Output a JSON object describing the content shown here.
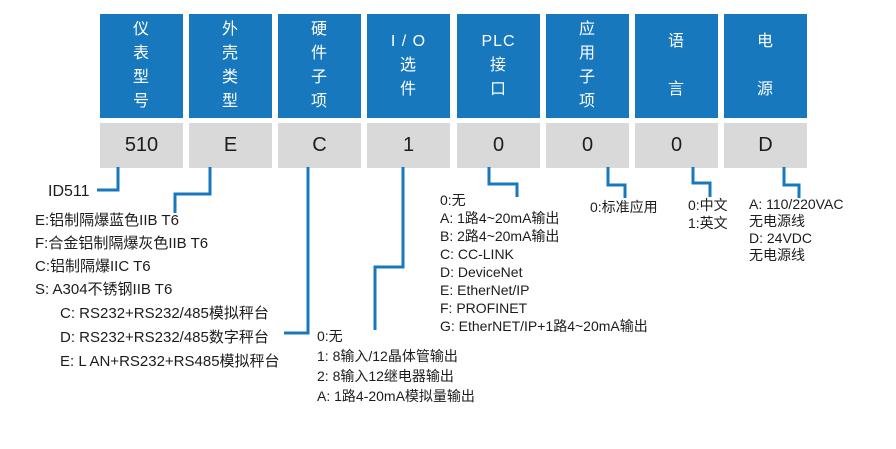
{
  "diagram": {
    "model_id": "ID511",
    "columns": [
      {
        "key": "model",
        "label": "仪\n表\n型\n号",
        "value": "510"
      },
      {
        "key": "housing",
        "label": "外\n壳\n类\n型",
        "value": "E"
      },
      {
        "key": "hardware",
        "label": "硬\n件\n子\n项",
        "value": "C"
      },
      {
        "key": "io",
        "label": "I / O\n选\n件",
        "value": "1"
      },
      {
        "key": "plc",
        "label": "PLC\n接\n口",
        "value": "0"
      },
      {
        "key": "application",
        "label": "应\n用\n子\n项",
        "value": "0"
      },
      {
        "key": "language",
        "label": "语\n\n言",
        "value": "0"
      },
      {
        "key": "power",
        "label": "电\n\n源",
        "value": "D"
      }
    ],
    "legends": {
      "housing": [
        "E:铝制隔爆蓝色IIB T6",
        "F:合金铝制隔爆灰色IIB T6",
        "C:铝制隔爆IIC T6",
        "S: A304不锈钢IIB T6"
      ],
      "hardware": [
        "C: RS232+RS232/485模拟秤台",
        "D: RS232+RS232/485数字秤台",
        "E: L AN+RS232+RS485模拟秤台"
      ],
      "io": [
        "0:无",
        "1: 8输入/12晶体管输出",
        "2: 8输入12继电器输出",
        "A: 1路4-20mA模拟量输出"
      ],
      "plc": [
        "0:无",
        "A: 1路4~20mA输出",
        "B: 2路4~20mA输出",
        "C: CC-LINK",
        "D: DeviceNet",
        "E: EtherNet/IP",
        "F: PROFINET",
        "G: EtherNET/IP+1路4~20mA输出"
      ],
      "application": [
        "0:标准应用"
      ],
      "language": [
        "0:中文",
        "1:英文"
      ],
      "power": [
        "A: 110/220VAC",
        "无电源线",
        "D: 24VDC",
        "无电源线"
      ]
    },
    "colors": {
      "header_blue": "#1778bd",
      "box_gray": "#d9d9d9",
      "line_blue": "#1778bd",
      "text_dark": "#1c1c1c"
    }
  }
}
